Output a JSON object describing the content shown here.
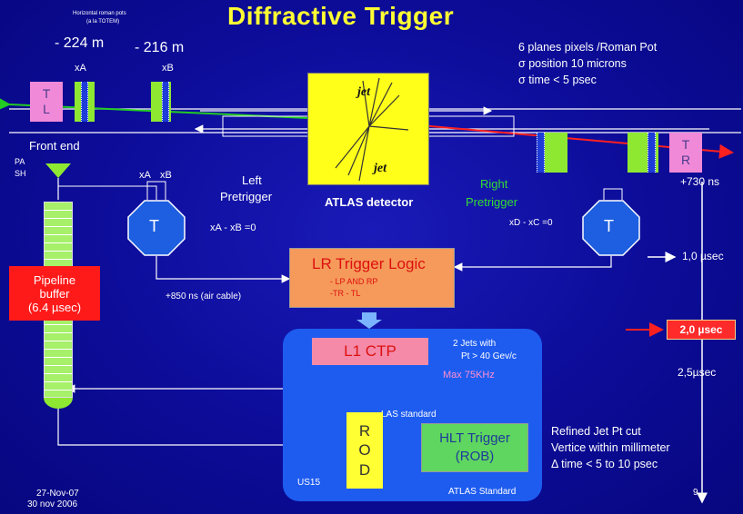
{
  "title": "Diffractive Trigger",
  "roman_pots_note": {
    "line1": "Horizontal roman pots",
    "line2": "(a la TOTEM)"
  },
  "distances": {
    "d1": "- 224 m",
    "d2": "- 216 m"
  },
  "pot_labels": {
    "xA": "xA",
    "xB": "xB"
  },
  "pot_boxes": {
    "left": "TL",
    "right": "TR"
  },
  "detector": {
    "jet_top": "jet",
    "jet_bottom": "jet",
    "label": "ATLAS detector"
  },
  "pixels_note": [
    "6 planes pixels /Roman Pot",
    "σ position  10 microns",
    "σ time  < 5 psec"
  ],
  "front_end": {
    "label": "Front end",
    "pa": "PA",
    "sh": "SH"
  },
  "lower_pot_labels": {
    "xA": "xA",
    "xB": "xB"
  },
  "pretrigger": {
    "left_line1": "Left",
    "left_line2": "Pretrigger",
    "left_eq": "xA - xB =0",
    "right_line1": "Right",
    "right_line2": "Pretrigger",
    "right_eq": "xD - xC =0",
    "t_label": "T"
  },
  "pipeline": {
    "line1": "Pipeline",
    "line2": "buffer",
    "line3": "(6.4 µsec)"
  },
  "lr_logic": {
    "title": "LR Trigger Logic",
    "line1": "- LP AND  RP",
    "line2": "-TR - TL"
  },
  "air_cable": "+850 ns (air cable)",
  "l1": {
    "label": "L1 CTP",
    "jets1": "2 Jets with",
    "jets2": "Pt > 40 Gev/c",
    "rate": "Max 75KHz"
  },
  "rod": {
    "r": "R",
    "o": "O",
    "d": "D",
    "standard": "LAS standard"
  },
  "hlt": {
    "line1": "HLT Trigger",
    "line2": "(ROB)"
  },
  "us15": "US15",
  "atlas_standard": "ATLAS Standard",
  "refined": [
    "Refined Jet Pt cut",
    "Vertice within millimeter",
    "Δ time < 5  to 10 psec"
  ],
  "timeline": {
    "t730": "+730 ns",
    "t10": "1,0 µsec",
    "t20": "2,0 µsec",
    "t25": "2,5µsec",
    "page": "9"
  },
  "dates": {
    "d1": "27-Nov-07",
    "d2": "30 nov 2006"
  },
  "colors": {
    "title": "#ffff33",
    "pink": "#f08ad8",
    "green": "#8ee832",
    "lr_orange": "#f59a5a",
    "l1_pink": "#f48aa8",
    "rod_yellow": "#ffff33",
    "hlt_green": "#5fd65f",
    "pipeline_red": "#ff1a1a",
    "detector_yellow": "#ffff1a",
    "panel_blue": "#1e5cf0",
    "t20_box": "#ff2a2a",
    "right_pretrigger": "#33dd33"
  }
}
